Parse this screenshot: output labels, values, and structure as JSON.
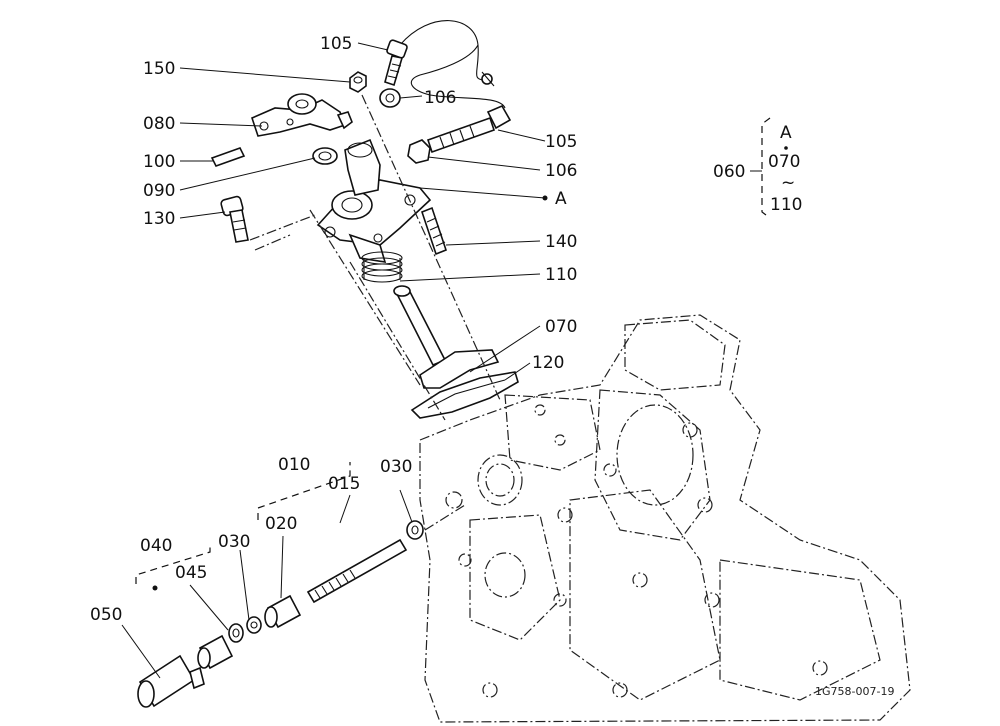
{
  "labels": {
    "p105a": "105",
    "p150": "150",
    "p106a": "106",
    "p080": "080",
    "p105b": "105",
    "p100": "100",
    "p106b": "106",
    "p090": "090",
    "pA": "A",
    "p130": "130",
    "p140": "140",
    "p110": "110",
    "p070": "070",
    "p120": "120",
    "p010": "010",
    "p030a": "030",
    "p015": "015",
    "p020": "020",
    "p040": "040",
    "p030b": "030",
    "p045": "045",
    "p050": "050"
  },
  "group060": {
    "label": "060",
    "top": "A",
    "mid": "070",
    "range": "~",
    "bottom": "110"
  },
  "drawing_code": "1G758-007-19"
}
